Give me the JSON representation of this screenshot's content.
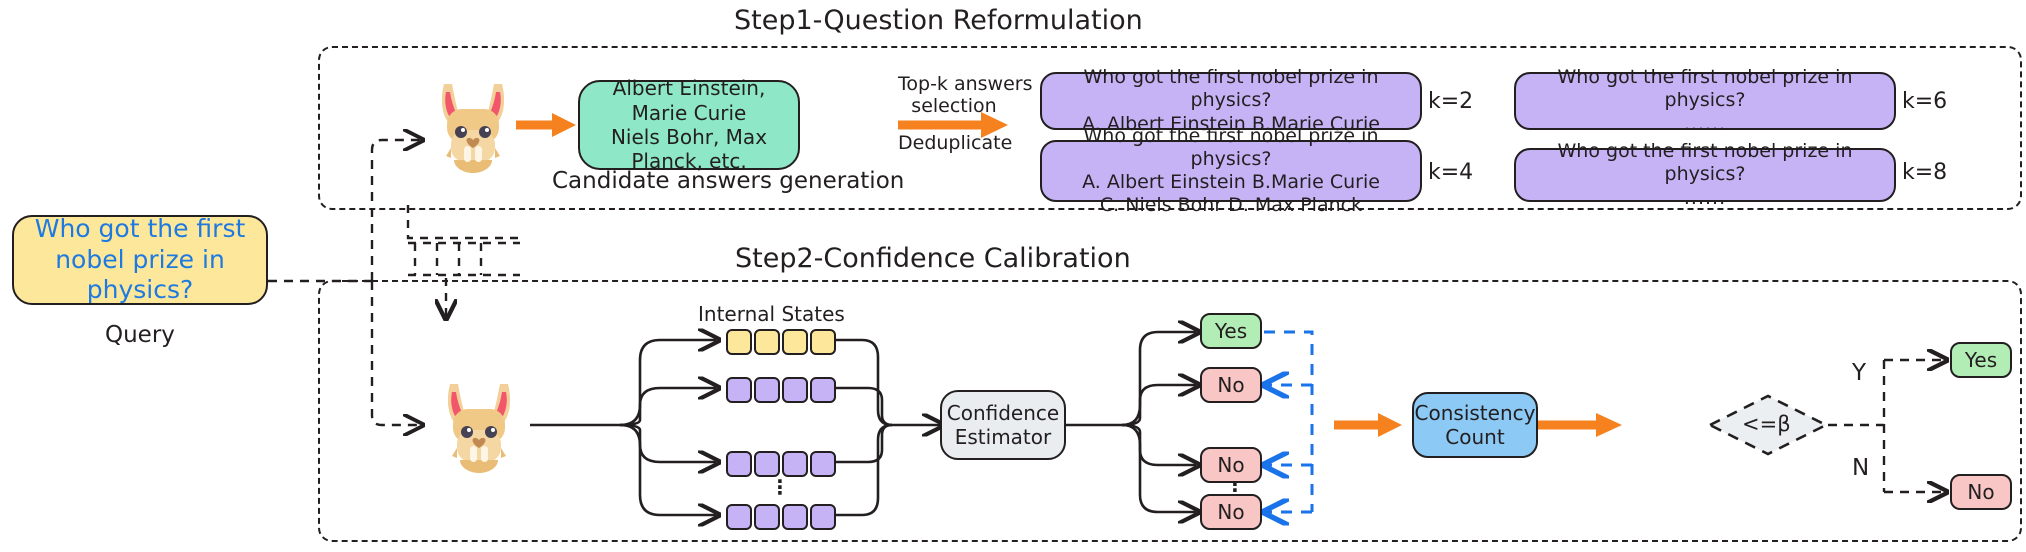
{
  "figure": {
    "step1_title": "Step1-Question Reformulation",
    "step2_title": "Step2-Confidence Calibration"
  },
  "query": {
    "text": "Who got the first nobel prize in physics?",
    "caption": "Query"
  },
  "step1": {
    "model_icon": "llama-icon",
    "candidates": {
      "line1": "Albert Einstein, Marie Curie",
      "line2": "Niels Bohr, Max Planck, etc."
    },
    "candidates_caption": "Candidate answers generation",
    "arrow_top_label_1": "Top-k answers",
    "arrow_top_label_2": "selection",
    "arrow_bottom_label": "Deduplicate",
    "reformulations": [
      {
        "k": "k=2",
        "lines": [
          "Who got the first nobel prize in physics?",
          "A. Albert Einstein B.Marie Curie"
        ]
      },
      {
        "k": "k=6",
        "lines": [
          "Who got the first nobel prize in physics?",
          "......"
        ]
      },
      {
        "k": "k=4",
        "lines": [
          "Who got the first nobel prize in physics?",
          "A. Albert Einstein B.Marie Curie",
          "C. Niels Bohr D. Max Planck"
        ]
      },
      {
        "k": "k=8",
        "lines": [
          "Who got the first nobel prize in physics?",
          "......"
        ]
      }
    ]
  },
  "step2": {
    "model_icon": "llama-icon",
    "internal_states_label": "Internal States",
    "state_rows": [
      {
        "color": "yellow",
        "cells": 4
      },
      {
        "color": "purple",
        "cells": 4
      },
      {
        "color": "purple",
        "cells": 4
      },
      {
        "color": "purple",
        "cells": 4
      }
    ],
    "estimator": {
      "line1": "Confidence",
      "line2": "Estimator"
    },
    "verdicts": [
      "Yes",
      "No",
      "No",
      "No"
    ],
    "consistency": {
      "line1": "Consistency",
      "line2": "Count"
    },
    "threshold_label": "<=β",
    "branch_yes_label": "Y",
    "branch_no_label": "N",
    "final_yes": "Yes",
    "final_no": "No",
    "ellipsis": "⋮"
  },
  "colors": {
    "query_fill": "#fce79a",
    "query_text": "#1e7ae0",
    "candidate_fill": "#8ee8c8",
    "reformulation_fill": "#c5b3f5",
    "estimator_fill": "#e9edef",
    "consistency_fill": "#8cc9f5",
    "yes_fill": "#b2edb5",
    "no_fill": "#f9c6c6",
    "arrow_orange": "#f5821f",
    "link_blue": "#1a73e8",
    "stroke": "#231f20"
  }
}
